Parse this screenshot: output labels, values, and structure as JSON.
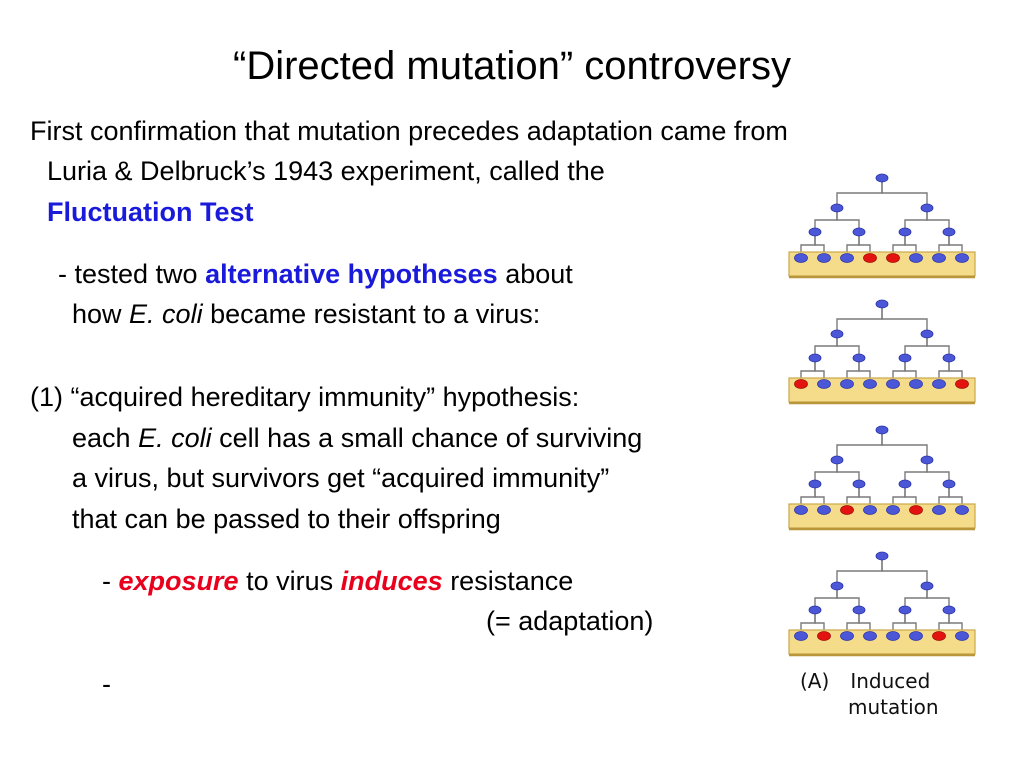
{
  "title": "“Directed mutation” controversy",
  "intro": {
    "line1": "First confirmation that mutation precedes adaptation came from",
    "line2": "Luria & Delbruck’s 1943 experiment, called the",
    "highlight": "Fluctuation Test"
  },
  "tested": {
    "prefix": "- tested two",
    "highlight": "alternative hypotheses",
    "suffix": "about",
    "line2_a": "how",
    "line2_italic": "E. coli",
    "line2_b": "became resistant to a virus:"
  },
  "hypothesis1": {
    "heading": "(1) “acquired hereditary immunity” hypothesis:",
    "line1_a": "each",
    "line1_italic": "E. coli",
    "line1_b": "cell has a small chance of surviving",
    "line2": "a virus, but survivors get “acquired immunity”",
    "line3": "that can be passed to their offspring"
  },
  "point": {
    "dash": "-",
    "red1": "exposure",
    "middle": "to virus",
    "red2": "induces",
    "end": "resistance",
    "paren": "(= adaptation)",
    "dash2": "-"
  },
  "figure": {
    "caption_tag": "(A)",
    "caption_line1": "Induced",
    "caption_line2": "mutation",
    "colors": {
      "node": "#4b57d6",
      "edge": "#7a7a7a",
      "plate_fill": "#f5dc8a",
      "plate_edge": "#c9a84a",
      "resistant": "#e3140f"
    },
    "panels": [
      {
        "bottom_cells": 8,
        "resistant_positions": [
          3,
          4
        ]
      },
      {
        "bottom_cells": 8,
        "resistant_positions": [
          0,
          7
        ]
      },
      {
        "bottom_cells": 8,
        "resistant_positions": [
          2,
          5
        ]
      },
      {
        "bottom_cells": 8,
        "resistant_positions": [
          1,
          6
        ]
      }
    ]
  }
}
